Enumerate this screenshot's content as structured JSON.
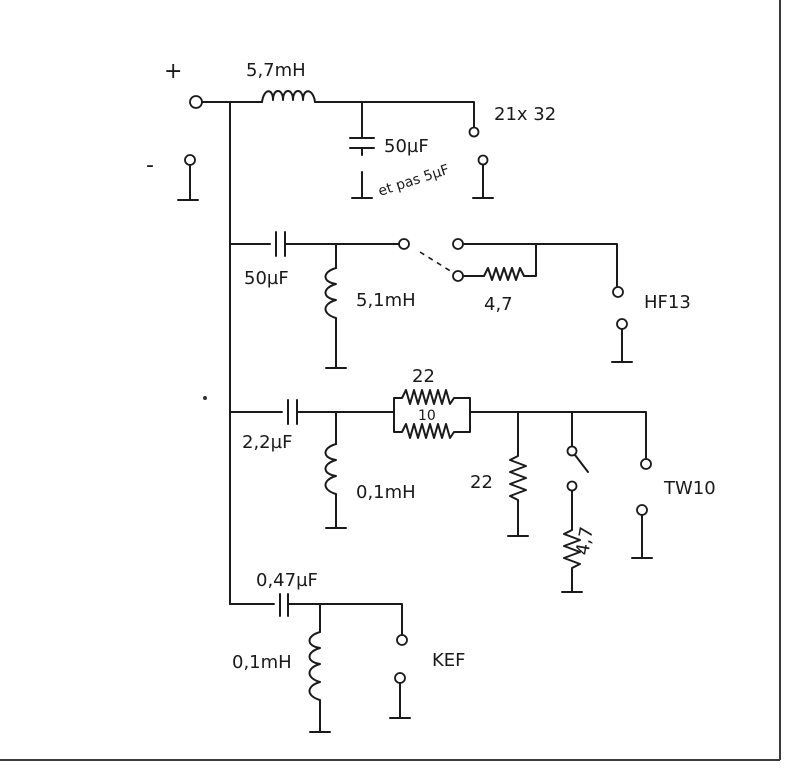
{
  "terminals": {
    "plus": "+",
    "minus": "-"
  },
  "main_branch": {
    "inductor": "5,7mH",
    "capacitor": "50µF",
    "capacitor_alt": "et pas 5µF",
    "output": "21x 32"
  },
  "hf13_branch": {
    "capacitor": "50µF",
    "inductor": "5,1mH",
    "resistor": "4,7",
    "output": "HF13"
  },
  "tw10_branch": {
    "capacitor": "2,2µF",
    "inductor": "0,1mH",
    "resistor_series_top": "22",
    "resistor_series_bottom": "10",
    "resistor_shunt": "22",
    "resistor_switched": "4,7",
    "output": "TW10"
  },
  "kef_branch": {
    "capacitor": "0,47µF",
    "inductor": "0,1mH",
    "output": "KEF"
  }
}
